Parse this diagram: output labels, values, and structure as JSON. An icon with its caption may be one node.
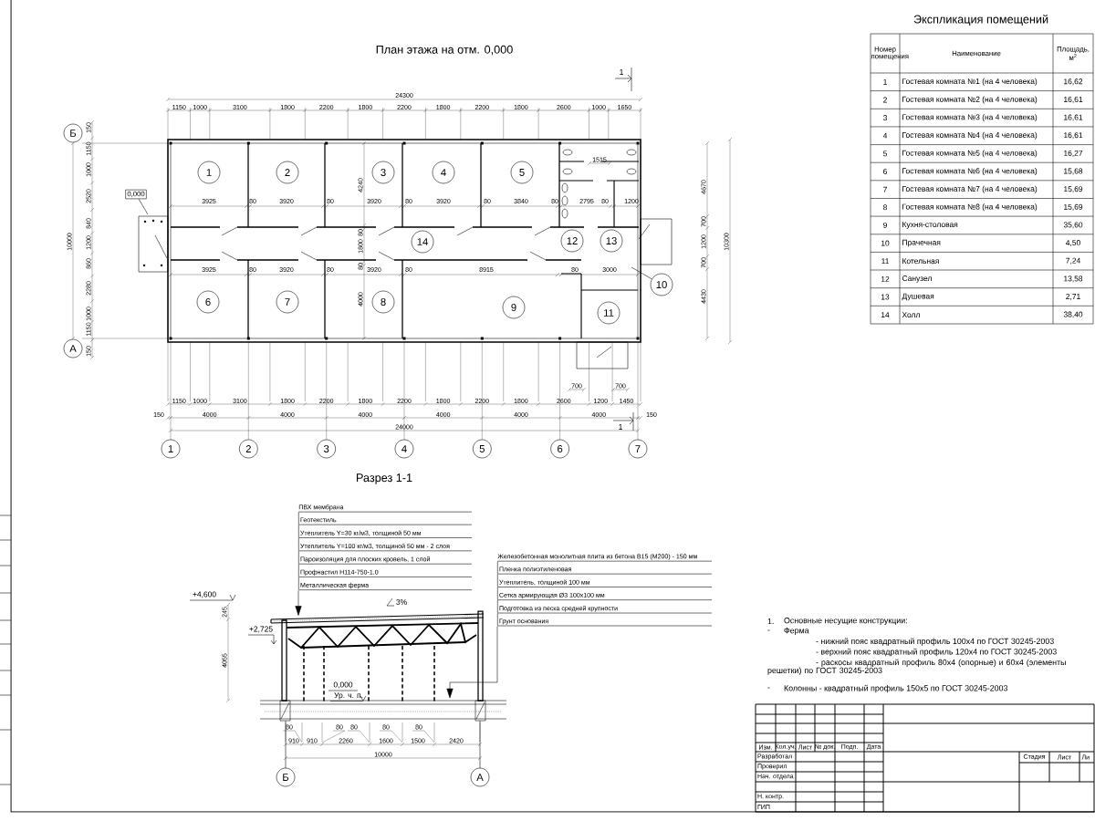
{
  "diagram": {
    "nodes": [
      {
        "text": [
          "1"
        ]
      },
      {
        "text": [
          "2"
        ]
      },
      {
        "text": [
          "3"
        ]
      },
      {
        "text": [
          "4"
        ]
      },
      {
        "text": [
          "5"
        ]
      },
      {
        "text": [
          "6"
        ]
      },
      {
        "text": [
          "7"
        ]
      },
      {
        "text": [
          "8"
        ]
      },
      {
        "text": [
          "9"
        ]
      },
      {
        "text": [
          "10"
        ]
      },
      {
        "text": [
          "11"
        ]
      },
      {
        "text": [
          "12"
        ]
      },
      {
        "text": [
          "13"
        ]
      },
      {
        "text": [
          "14"
        ]
      },
      {
        "text": [
          "Б"
        ]
      },
      {
        "text": [
          "А"
        ]
      },
      {
        "text": [
          "1"
        ]
      },
      {
        "text": [
          "2"
        ]
      },
      {
        "text": [
          "3"
        ]
      },
      {
        "text": [
          "4"
        ]
      },
      {
        "text": [
          "5"
        ]
      },
      {
        "text": [
          "6"
        ]
      },
      {
        "text": [
          "7"
        ]
      },
      {
        "text": [
          "0,000"
        ]
      },
      {
        "text": [
          "ПВХ мембрана",
          "Геотекстиль",
          "Утеплитель Y=30 кг/м3, толщиной 50 мм",
          "Утеплитель Y=100 кг/м3, толщиной 50 мм - 2 слоя",
          "Пароизоляция для плоских кровель, 1 слой",
          "Профнастил Н114-750-1.0",
          "Металлическая ферма"
        ]
      },
      {
        "text": [
          "Железобетонная монолитная плита из бетона B15 (M200) - 150 мм",
          "Пленка полиэтиленовая",
          "Утеплитель, толщиной 100 мм",
          "Сетка армирующая Ø3 100х100 мм",
          "Подготовка из песка средней крупности",
          "Грунт основания"
        ]
      },
      {
        "text": [
          "Б"
        ]
      },
      {
        "text": [
          "А"
        ]
      }
    ],
    "edges": [
      {
        "from": 9,
        "to": null,
        "arrow": "none"
      },
      {
        "from": 23,
        "to": null,
        "arrow": "none"
      },
      {
        "from": 24,
        "to": null,
        "arrow": "to"
      },
      {
        "from": 25,
        "to": null,
        "arrow": "to"
      }
    ],
    "labels": [
      "План этажа на отм. 0,000",
      "24300",
      "1",
      "1150",
      "1000",
      "3100",
      "1800",
      "2200",
      "1800",
      "2200",
      "1800",
      "2200",
      "1800",
      "2600",
      "1000",
      "1650",
      "150",
      "1150",
      "1000",
      "2520",
      "840",
      "1200",
      "860",
      "2280",
      "1000",
      "1150",
      "150",
      "10000",
      "4670",
      "700",
      "1200",
      "700",
      "4430",
      "10300",
      "3925",
      "80",
      "3920",
      "80",
      "3920",
      "80",
      "3920",
      "80",
      "3840",
      "80",
      "2795",
      "80",
      "1200",
      "4240",
      "80",
      "1800",
      "80",
      "4000",
      "1515",
      "3925",
      "80",
      "3920",
      "80",
      "3920",
      "80",
      "8915",
      "80",
      "3000",
      "700",
      "700",
      "1150",
      "1000",
      "3100",
      "1800",
      "2200",
      "1800",
      "2200",
      "1800",
      "2200",
      "1800",
      "2600",
      "1200",
      "1450",
      "150",
      "4000",
      "4000",
      "4000",
      "4000",
      "4000",
      "4000",
      "150",
      "24000",
      "1",
      "Разрез 1-1",
      "+4,600",
      "245",
      "+2,725",
      "3%",
      "4055",
      "0,000",
      "Ур. ч. п.",
      "80",
      "80",
      "80",
      "80",
      "80",
      "910",
      "910",
      "2260",
      "1600",
      "1500",
      "2420",
      "10000",
      "Экспликация помещений",
      "Номер помещения",
      "Наименование",
      "Площадь, м$^{2}$",
      "1",
      "Гостевая комната №1 (на 4 человека)",
      "16,62",
      "2",
      "Гостевая комната №2 (на 4 человека)",
      "16,61",
      "3",
      "Гостевая комната №3 (на 4 человека)",
      "16,61",
      "4",
      "Гостевая комната №4 (на 4 человека)",
      "16,61",
      "5",
      "Гостевая комната №5 (на 4 человека)",
      "16,27",
      "6",
      "Гостевая комната №6 (на 4 человека)",
      "15,68",
      "7",
      "Гостевая комната №7 (на 4 человека)",
      "15,69",
      "8",
      "Гостевая комната №8 (на 4 человека)",
      "15,69",
      "9",
      "Кухня-столовая",
      "35,60",
      "10",
      "Прачечная",
      "4,50",
      "11",
      "Котельная",
      "7,24",
      "12",
      "Санузел",
      "13,58",
      "13",
      "Душевая",
      "2,71",
      "14",
      "Холл",
      "38,40",
      "1.",
      "Основные несущие конструкции:",
      "-",
      "Ферма",
      "- нижний пояс квадратный профиль 100х4 по ГОСТ 30245-2003",
      "- верхний пояс квадратный профиль 120х4 по ГОСТ 30245-2003",
      "- раскосы квадратный профиль 80х4 (опорные) и 60х4 (элементы решетки) по ГОСТ 30245-2003",
      "-",
      "Колонны - квадратный профиль 150х5 по ГОСТ 30245-2003",
      "Изм.",
      "Кол.уч.",
      "Лист",
      "№ док.",
      "Подп.",
      "Дата",
      "Разработал",
      "Стадия",
      "Лист",
      "Ли",
      "Проверил",
      "Нач. отдела",
      "Н. контр.",
      "ГИП"
    ]
  }
}
